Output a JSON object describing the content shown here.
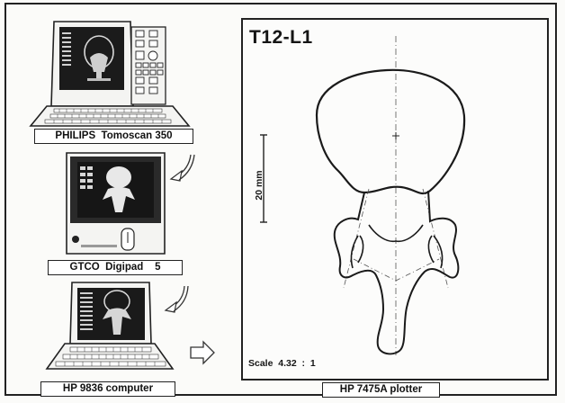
{
  "labels": {
    "ct_scanner": "PHILIPS  Tomoscan 350",
    "digitizer": "GTCO  Digipad    5",
    "computer": "HP 9836 computer",
    "plotter": "HP 7475A plotter"
  },
  "plot": {
    "title": "T12-L1",
    "scale_bar_label": "20 mm",
    "scale_text": "Scale  4.32  :  1"
  },
  "colors": {
    "ink": "#151515",
    "screen": "#1b1b1b",
    "background": "#fbfbf9"
  },
  "icons": [
    "curved-arrow-down-icon",
    "right-arrow-icon"
  ]
}
